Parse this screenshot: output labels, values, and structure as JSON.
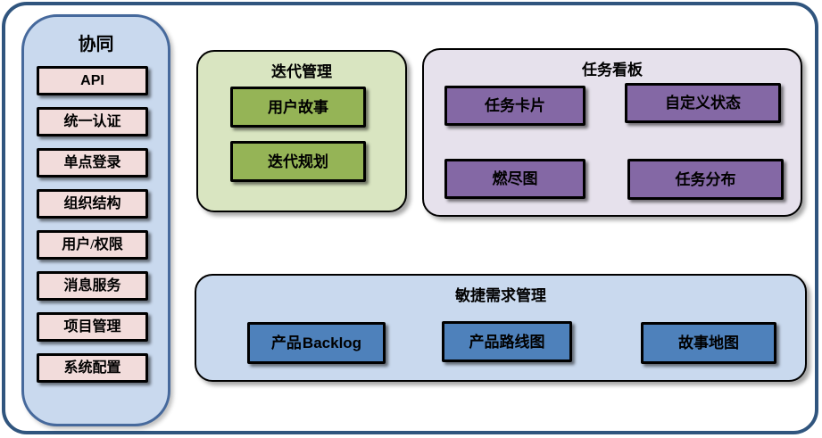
{
  "colors": {
    "outer_border": "#30557E",
    "sidebar_fill": "#C9D9EE",
    "sidebar_border": "#46699C",
    "pink_item": "#F2DCDB",
    "green_group": "#D9E5C1",
    "green_item": "#95B456",
    "purple_group": "#E6E1EC",
    "purple_item": "#8468A5",
    "blue_group": "#C9D9EE",
    "blue_item": "#4E81BB",
    "item_border": "#000000"
  },
  "sidebar": {
    "title": "协同",
    "items": [
      {
        "en": "API"
      },
      {
        "cn": "统一认证"
      },
      {
        "cn": "单点登录"
      },
      {
        "cn": "组织结构"
      },
      {
        "cn": "用户/权限"
      },
      {
        "cn": "消息服务"
      },
      {
        "cn": "项目管理"
      },
      {
        "cn": "系统配置"
      }
    ]
  },
  "groups": {
    "iteration": {
      "title": "迭代管理",
      "items": [
        {
          "cn": "用户故事"
        },
        {
          "cn": "迭代规划"
        }
      ]
    },
    "kanban": {
      "title": "任务看板",
      "items": [
        {
          "cn": "任务卡片"
        },
        {
          "cn": "自定义状态"
        },
        {
          "cn": "燃尽图"
        },
        {
          "cn": "任务分布"
        }
      ]
    },
    "agile": {
      "title": "敏捷需求管理",
      "items": [
        {
          "cn": "产品",
          "en": "Backlog"
        },
        {
          "cn": "产品路线图"
        },
        {
          "cn": "故事地图"
        }
      ]
    }
  }
}
